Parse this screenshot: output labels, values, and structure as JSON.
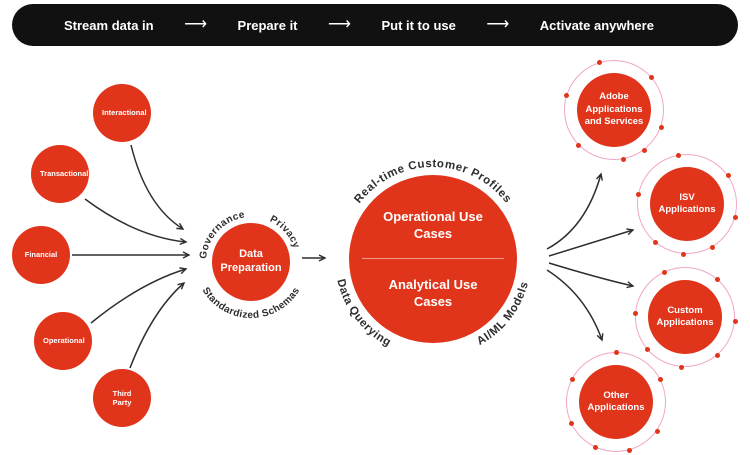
{
  "header": {
    "steps": [
      "Stream data in",
      "Prepare it",
      "Put it to use",
      "Activate anywhere"
    ],
    "arrow_glyph": "⟶"
  },
  "sources": [
    {
      "label": "Interactional"
    },
    {
      "label": "Transactional"
    },
    {
      "label": "Financial"
    },
    {
      "label": "Operational"
    },
    {
      "label": "Third Party"
    }
  ],
  "preparation": {
    "label": "Data Preparation",
    "ring_labels": {
      "top_left": "Governance",
      "top_right": "Privacy",
      "bottom": "Standardized Schemas"
    }
  },
  "platform": {
    "top": "Operational Use Cases",
    "bottom": "Analytical Use Cases",
    "ring_labels": {
      "top": "Real-time Customer Profiles",
      "bottom_left": "Data Querying",
      "bottom_right": "AI/ML Models"
    }
  },
  "destinations": [
    {
      "label": "Adobe Applications and Services"
    },
    {
      "label": "ISV Applications"
    },
    {
      "label": "Custom Applications"
    },
    {
      "label": "Other Applications"
    }
  ],
  "colors": {
    "red": "#E0341B",
    "ring_pink": "#F2A6C8",
    "header_bg": "#111111",
    "arrow": "#2E2E2E",
    "curved_label": "#2D2D2D"
  }
}
